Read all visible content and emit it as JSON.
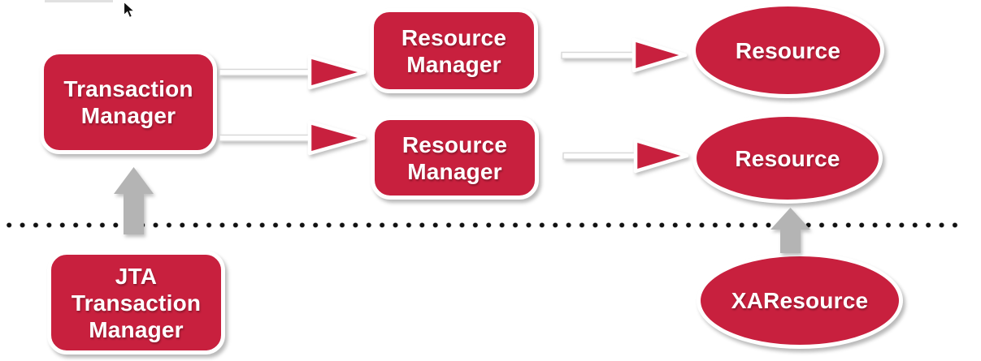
{
  "colors": {
    "accent_red": "#c8203e",
    "arrow_gray": "#b4b4b4",
    "dot_black": "#111111",
    "node_text": "#ffffff",
    "background": "#ffffff"
  },
  "nodes": {
    "transaction_manager": {
      "line1": "Transaction",
      "line2": "Manager"
    },
    "resource_manager_top": {
      "line1": "Resource",
      "line2": "Manager"
    },
    "resource_manager_bottom": {
      "line1": "Resource",
      "line2": "Manager"
    },
    "resource_top": {
      "label": "Resource"
    },
    "resource_bottom": {
      "label": "Resource"
    },
    "jta_transaction_manager": {
      "line1": "JTA",
      "line2": "Transaction",
      "line3": "Manager"
    },
    "xa_resource": {
      "label": "XAResource"
    }
  },
  "edges": [
    {
      "from": "transaction_manager",
      "to": "resource_manager_top",
      "style": "red-outlined-arrow"
    },
    {
      "from": "transaction_manager",
      "to": "resource_manager_bottom",
      "style": "red-outlined-arrow"
    },
    {
      "from": "resource_manager_top",
      "to": "resource_top",
      "style": "red-outlined-arrow"
    },
    {
      "from": "resource_manager_bottom",
      "to": "resource_bottom",
      "style": "red-outlined-arrow"
    },
    {
      "from": "jta_transaction_manager",
      "to": "transaction_manager",
      "style": "gray-block-arrow-up"
    },
    {
      "from": "xa_resource",
      "to": "resource_bottom",
      "style": "gray-block-arrow-up"
    }
  ],
  "divider": {
    "type": "dotted-line",
    "orientation": "horizontal"
  }
}
